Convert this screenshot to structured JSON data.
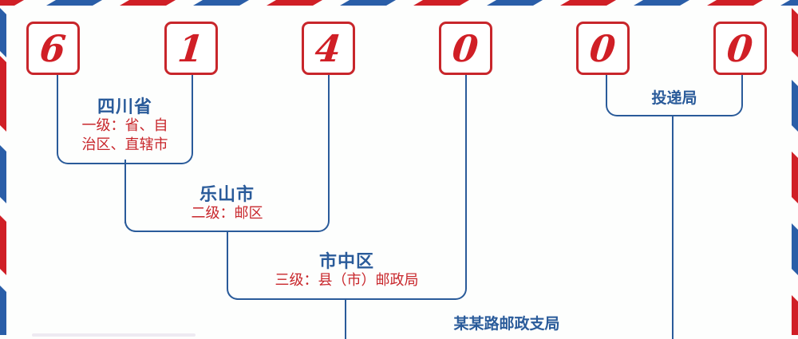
{
  "colors": {
    "red": "#c8262b",
    "blue": "#2a5b9a",
    "stripe_red": "#d01f26",
    "stripe_blue": "#2a5ea8",
    "background": "#fdfefd"
  },
  "postcode": {
    "digits": [
      "6",
      "1",
      "4",
      "0",
      "0",
      "0"
    ]
  },
  "levels": {
    "province": {
      "title": "四川省",
      "desc_line1": "一级：省、自",
      "desc_line2": "治区、直辖市"
    },
    "city": {
      "title": "乐山市",
      "desc": "二级：邮区"
    },
    "district": {
      "title": "市中区",
      "desc": "三级：县（市）邮政局"
    },
    "branch": {
      "title": "某某路邮政支局"
    },
    "delivery": {
      "title": "投递局"
    }
  }
}
